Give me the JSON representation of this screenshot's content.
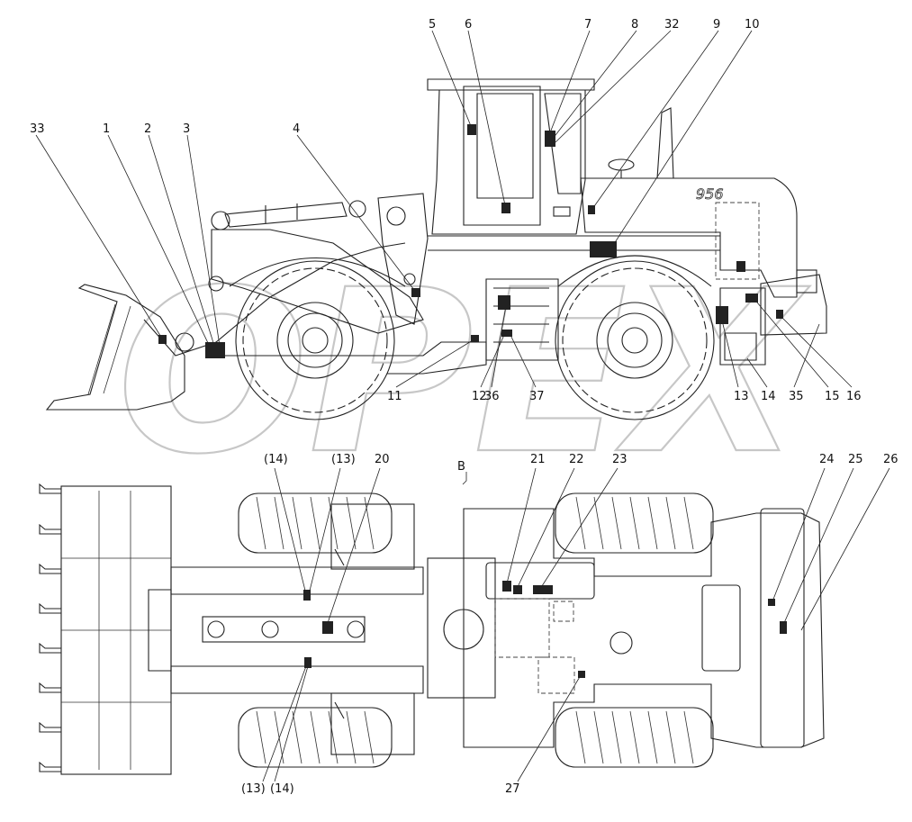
{
  "drawing": {
    "model_badge": "956",
    "watermark": "OPEX",
    "view_marker": "B"
  },
  "callouts_side": [
    "33",
    "1",
    "2",
    "3",
    "4",
    "5",
    "6",
    "7",
    "8",
    "32",
    "9",
    "10",
    "11",
    "12",
    "36",
    "37",
    "13",
    "14",
    "35",
    "15",
    "16"
  ],
  "callouts_top": [
    "(14)",
    "(13)",
    "20",
    "21",
    "22",
    "23",
    "24",
    "25",
    "26",
    "(13)",
    "(14)",
    "27"
  ],
  "colors": {
    "line": "#222222",
    "watermark": "#9a9a9a",
    "background": "#ffffff"
  }
}
